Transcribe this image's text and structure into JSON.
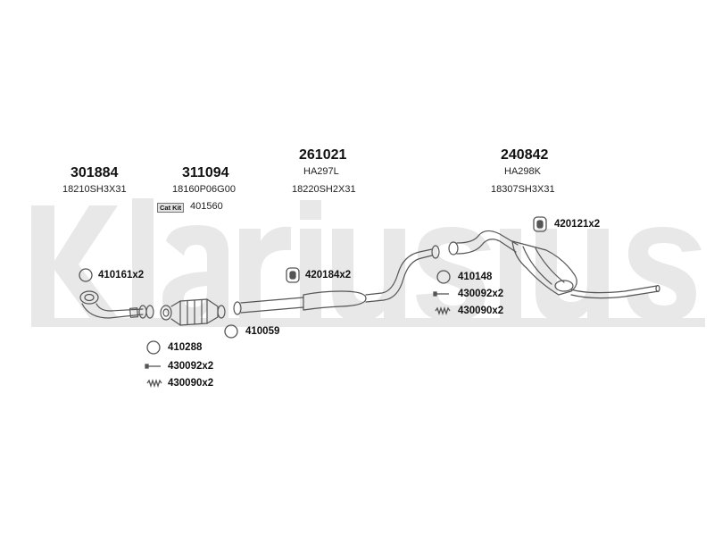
{
  "watermark": {
    "text": "Klarius",
    "color": "#e8e8e8"
  },
  "line_color": "#555555",
  "parts": {
    "p301884": {
      "number": "301884",
      "oem": "18210SH3X31"
    },
    "p311094": {
      "number": "311094",
      "oem": "18160P06G00"
    },
    "p261021": {
      "number": "261021",
      "oem": "HA297L",
      "oem2": "18220SH2X31"
    },
    "p240842": {
      "number": "240842",
      "oem": "HA298K",
      "oem2": "18307SH3X31"
    }
  },
  "cat_kit": {
    "badge": "Cat Kit",
    "number": "401560"
  },
  "hardware": {
    "h410161": "410161x2",
    "h420184": "420184x2",
    "h420121": "420121x2",
    "h410148": "410148",
    "h430092_right": "430092x2",
    "h430090_right": "430090x2",
    "h410059": "410059",
    "h410288": "410288",
    "h430092_left": "430092x2",
    "h430090_left": "430090x2"
  },
  "icons": [
    "gasket-ring-icon",
    "rubber-mount-icon",
    "bolt-icon",
    "spring-icon"
  ]
}
